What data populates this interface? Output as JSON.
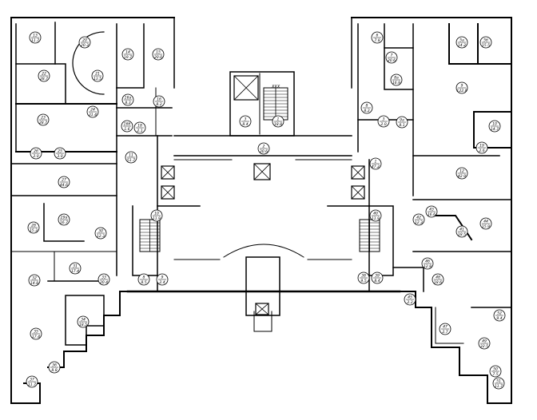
{
  "plan": {
    "stair_label": "XXX",
    "rooms": [
      {
        "no": "13",
        "area": "11.7"
      },
      {
        "no": "20",
        "area": "20.3"
      },
      {
        "no": "22",
        "area": "28.7"
      },
      {
        "no": "21",
        "area": "13.5"
      },
      {
        "no": "14",
        "area": "19.7"
      },
      {
        "no": "15",
        "area": "20.0"
      },
      {
        "no": "23",
        "area": "28.7"
      },
      {
        "no": "24",
        "area": "31.4"
      },
      {
        "no": "16a",
        "area": "8.3"
      },
      {
        "no": "16",
        "area": "8.2"
      },
      {
        "no": "16б",
        "area": "1.6"
      },
      {
        "no": "18",
        "area": "2.1"
      },
      {
        "no": "26",
        "area": "2.0"
      },
      {
        "no": "25",
        "area": "3.0"
      },
      {
        "no": "11",
        "area": "51.7"
      },
      {
        "no": "27",
        "area": "44.6"
      },
      {
        "no": "28",
        "area": "15.3"
      },
      {
        "no": "29a",
        "area": "16.7"
      },
      {
        "no": "30",
        "area": "12.3"
      },
      {
        "no": "10",
        "area": "11.9"
      },
      {
        "no": "31",
        "area": "17.4"
      },
      {
        "no": "32",
        "area": "14.8"
      },
      {
        "no": "33",
        "area": "20.4"
      },
      {
        "no": "8",
        "area": "8.5"
      },
      {
        "no": "9",
        "area": "2.4"
      },
      {
        "no": "34",
        "area": "18.5"
      },
      {
        "no": "35",
        "area": "17.4"
      },
      {
        "no": "36",
        "area": "8.8"
      },
      {
        "no": "37",
        "area": "11.7"
      },
      {
        "no": "3",
        "area": "8.4"
      },
      {
        "no": "1",
        "area": "18.8"
      },
      {
        "no": "2",
        "area": "30.6"
      },
      {
        "no": "6",
        "area": "7.8"
      },
      {
        "no": "7",
        "area": "20.6"
      },
      {
        "no": "5a",
        "area": "14.2"
      },
      {
        "no": "5б",
        "area": "15.5"
      },
      {
        "no": "8a",
        "area": "16.9"
      },
      {
        "no": "8",
        "area": "8.2"
      },
      {
        "no": "9",
        "area": "122.8"
      },
      {
        "no": "9a",
        "area": "8.1"
      },
      {
        "no": "3",
        "area": "2.0"
      },
      {
        "no": "10",
        "area": "14.7"
      },
      {
        "no": "1",
        "area": "47.2"
      },
      {
        "no": "19",
        "area": "2.6"
      },
      {
        "no": "12",
        "area": "42.9"
      },
      {
        "no": "44",
        "area": "15.9"
      },
      {
        "no": "43",
        "area": "16.6"
      },
      {
        "no": "41",
        "area": "18.5"
      },
      {
        "no": "40",
        "area": "11.9"
      },
      {
        "no": "42",
        "area": "12.3"
      },
      {
        "no": "39",
        "area": "8.4"
      },
      {
        "no": "38",
        "area": "9.5"
      },
      {
        "no": "45",
        "area": "2.2"
      },
      {
        "no": "46",
        "area": "12.8"
      },
      {
        "no": "47",
        "area": "2.7"
      },
      {
        "no": "48",
        "area": "18.6"
      },
      {
        "no": "49",
        "area": "32.5"
      },
      {
        "no": "50",
        "area": "7.5"
      },
      {
        "no": "51",
        "area": "11.7"
      },
      {
        "no": "52",
        "area": "9.4"
      }
    ]
  }
}
